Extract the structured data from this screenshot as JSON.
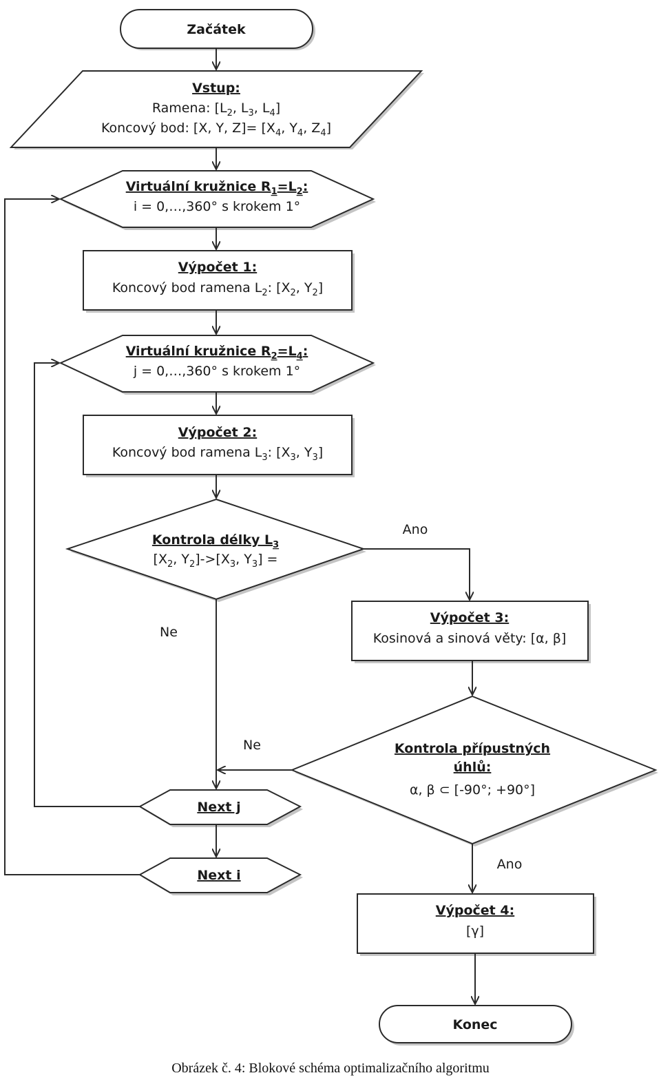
{
  "nodes": {
    "start": {
      "text": "Začátek"
    },
    "input": {
      "title": "Vstup:",
      "line1_a": "Ramena: [L",
      "line1_b": "2",
      "line1_c": ", L",
      "line1_d": "3",
      "line1_e": ", L",
      "line1_f": "4",
      "line1_g": "]",
      "line2_a": "Koncový bod: [X, Y, Z]= [X",
      "line2_b": "4",
      "line2_c": ", Y",
      "line2_d": "4",
      "line2_e": ", Z",
      "line2_f": "4",
      "line2_g": "]"
    },
    "loop_i": {
      "title_a": "Virtuální kružnice R",
      "title_b": "1",
      "title_c": "=L",
      "title_d": "2",
      "title_e": ":",
      "body": "i = 0,…,360° s krokem 1°"
    },
    "calc1": {
      "title": "Výpočet 1:",
      "body_a": "Koncový bod ramena L",
      "body_b": "2",
      "body_c": ": [X",
      "body_d": "2",
      "body_e": ", Y",
      "body_f": "2",
      "body_g": "]"
    },
    "loop_j": {
      "title_a": "Virtuální kružnice R",
      "title_b": "2",
      "title_c": "=L",
      "title_d": "4",
      "title_e": ":",
      "body": "j = 0,…,360° s krokem 1°"
    },
    "calc2": {
      "title": "Výpočet 2:",
      "body_a": "Koncový bod ramena L",
      "body_b": "3",
      "body_c": ": [X",
      "body_d": "3",
      "body_e": ", Y",
      "body_f": "3",
      "body_g": "]"
    },
    "check_len": {
      "title_a": "Kontrola délky L",
      "title_b": "3",
      "body_a": "[X",
      "body_b": "2",
      "body_c": ", Y",
      "body_d": "2",
      "body_e": "]->[X",
      "body_f": "3",
      "body_g": ", Y",
      "body_h": "3",
      "body_i": "] ="
    },
    "calc3": {
      "title": "Výpočet 3:",
      "body": "Kosinová a sinová věty: [α, β]"
    },
    "check_ang": {
      "title1": "Kontrola přípustných",
      "title2": "úhlů:",
      "body": "α, β ⊂ [-90°; +90°]"
    },
    "next_j": {
      "text": "Next j"
    },
    "next_i": {
      "text": "Next i"
    },
    "calc4": {
      "title": "Výpočet 4:",
      "body": "[γ]"
    },
    "end": {
      "text": "Konec"
    }
  },
  "edge_labels": {
    "yes_1": "Ano",
    "no_1": "Ne",
    "no_2": "Ne",
    "yes_2": "Ano"
  },
  "caption": "Obrázek č. 4: Blokové schéma optimalizačního algoritmu"
}
